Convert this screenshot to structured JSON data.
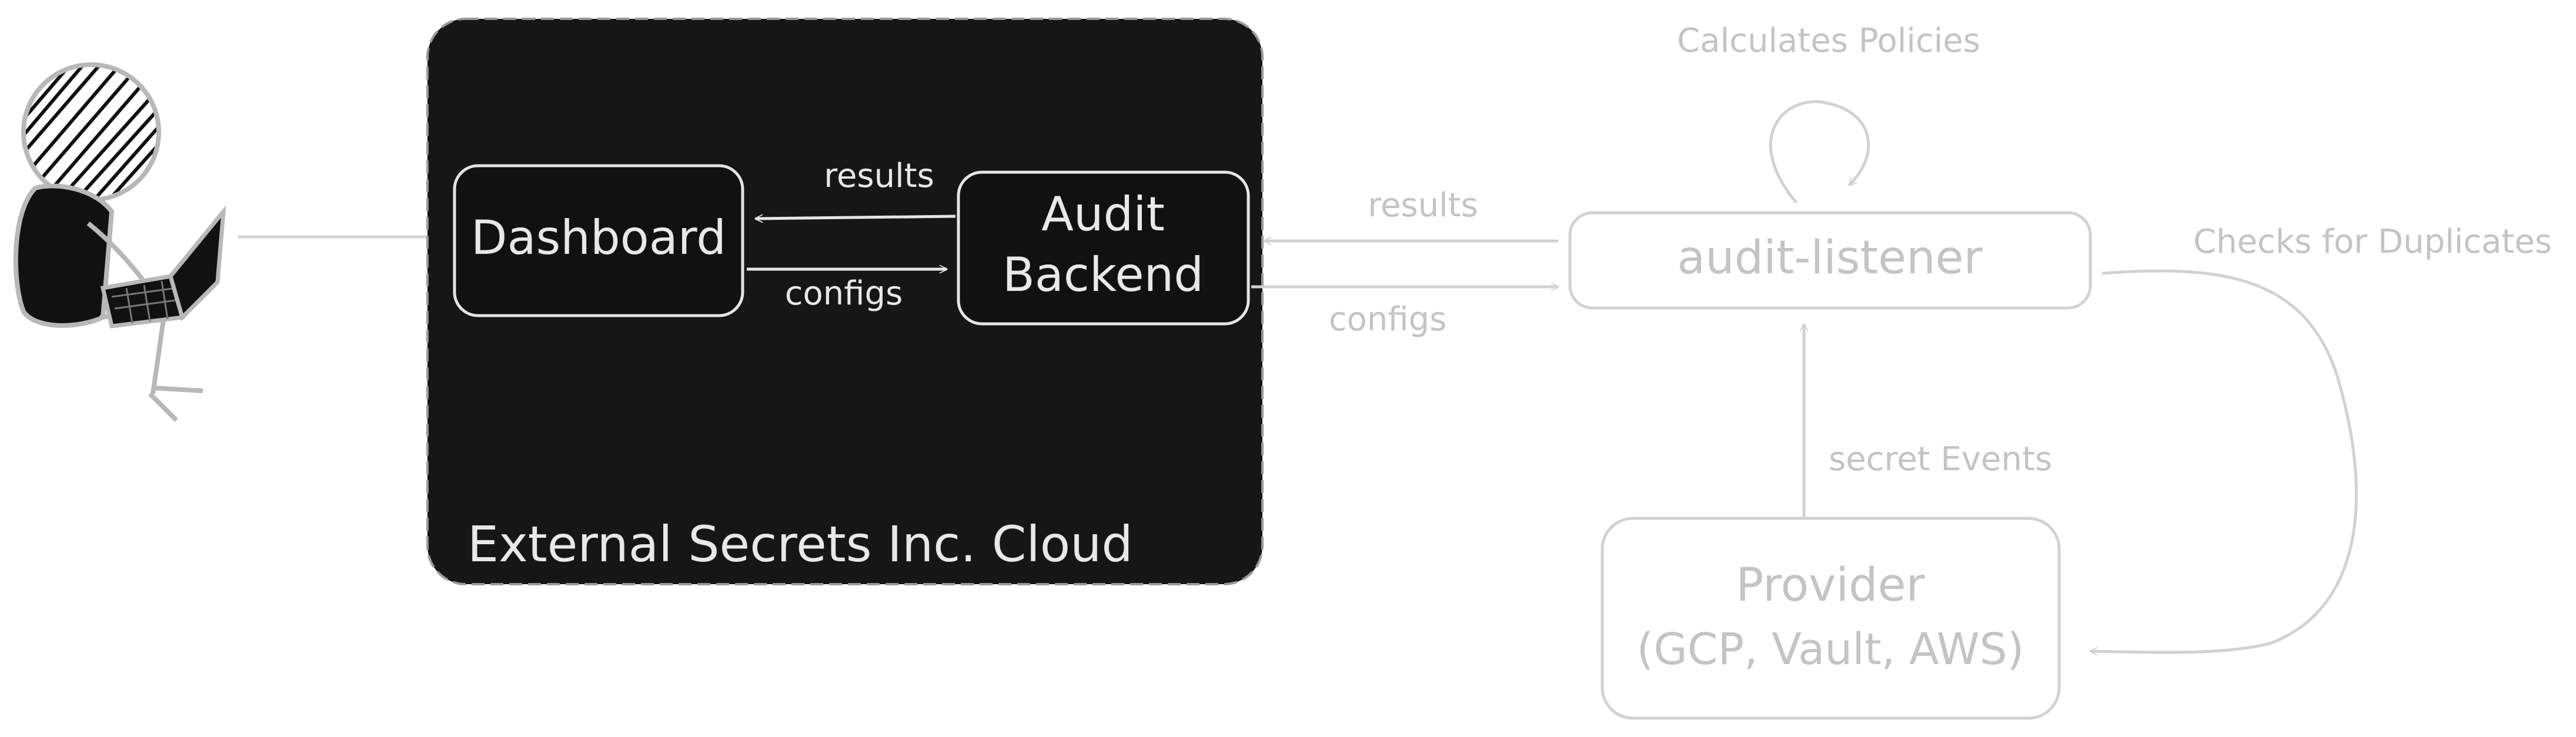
{
  "diagram": {
    "cloud": {
      "label": "External Secrets Inc. Cloud",
      "background": "#161616"
    },
    "nodes": {
      "dashboard": {
        "label": "Dashboard"
      },
      "audit_backend": {
        "line1": "Audit",
        "line2": "Backend"
      },
      "audit_listener": {
        "label": "audit-listener"
      },
      "provider": {
        "line1": "Provider",
        "line2": "(GCP, Vault, AWS)"
      }
    },
    "edges": {
      "backend_to_dashboard": "results",
      "dashboard_to_backend": "configs",
      "listener_to_backend": "results",
      "backend_to_listener": "configs",
      "listener_self_loop": "Calculates Policies",
      "listener_to_provider": "Checks for Duplicates",
      "provider_to_listener": "secret Events"
    },
    "colors": {
      "dark_stroke": "#e5e5e5",
      "light_stroke": "#d2d2d2",
      "light_text": "#c4c4c4",
      "cloud_fill": "#161616"
    },
    "icons": {
      "user": "person-with-laptop-icon"
    }
  }
}
